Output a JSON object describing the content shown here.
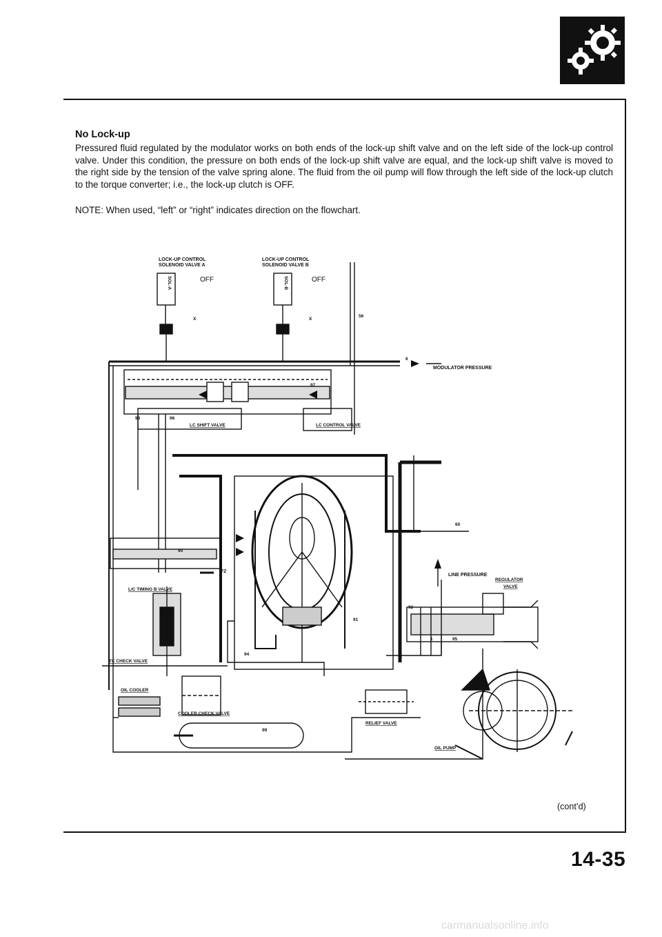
{
  "heading": "No Lock-up",
  "paragraph": "Pressured fluid regulated by the modulator works on both ends of the lock-up shift valve and on the left side of the lock-up control valve. Under this condition, the pressure on both ends of the lock-up shift valve are equal, and the lock-up shift valve is moved to the right side by the tension of the valve spring alone. The fluid from the oil pump will flow through the left side of the lock-up clutch to the torque converter; i.e., the lock-up clutch is OFF.",
  "note": "NOTE: When used, “left” or “right” indicates direction on the flowchart.",
  "diagram": {
    "solenoid_a_line1": "LOCK-UP CONTROL",
    "solenoid_a_line2": "SOLENOID VALVE A",
    "solenoid_b_line1": "LOCK-UP CONTROL",
    "solenoid_b_line2": "SOLENOID VALVE B",
    "state_a": "OFF",
    "state_b": "OFF",
    "sol_a_text": "SOL-A",
    "sol_b_text": "SOL-B",
    "modulator_pressure": "MODULATOR PRESSURE",
    "line_pressure": "LINE PRESSURE",
    "lc_shift_valve": "LC SHIFT VALVE",
    "lc_control_valve": "LC CONTROL VALVE",
    "lc_timing_valve": "L/C TIMING B VALVE",
    "tc_check_valve": "TC CHECK VALVE",
    "oil_cooler": "OIL COOLER",
    "cooler_check_valve": "COOLER CHECK VALVE",
    "relief_valve": "RELIEF VALVE",
    "oil_pump": "OIL PUMP",
    "regulator_valve_line1": "REGULATOR",
    "regulator_valve_line2": "VALVE",
    "torque_converter_label": "F2",
    "port_56": "56",
    "port_6": "6",
    "port_60": "60",
    "port_90": "90",
    "port_91": "91",
    "port_92": "92",
    "port_93": "93",
    "port_94": "94",
    "port_95": "95",
    "port_96": "96",
    "port_97": "97",
    "port_99": "99",
    "port_1": "1",
    "port_x": "X"
  },
  "contd": "(cont’d)",
  "page_number": "14-35",
  "watermark": "carmanualsonline.info"
}
